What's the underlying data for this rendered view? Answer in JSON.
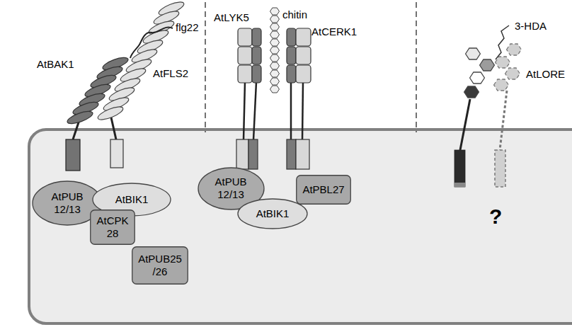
{
  "diagram": {
    "nodes": [
      {
        "text": [
          "AtPUB 12/13"
        ]
      },
      {
        "text": [
          "AtBIK1"
        ]
      },
      {
        "text": [
          "AtCPK 28"
        ]
      },
      {
        "text": [
          "AtPUB25 /26"
        ]
      },
      {
        "text": [
          "AtPUB 12/13"
        ]
      },
      {
        "text": [
          "AtBIK1"
        ]
      },
      {
        "text": [
          "AtPBL27"
        ]
      }
    ],
    "labels": [
      "flg22",
      "AtBAK1",
      "AtFLS2",
      "AtLYK5",
      "chitin",
      "AtCERK1",
      "3-HDA",
      "AtLORE",
      "?"
    ]
  }
}
